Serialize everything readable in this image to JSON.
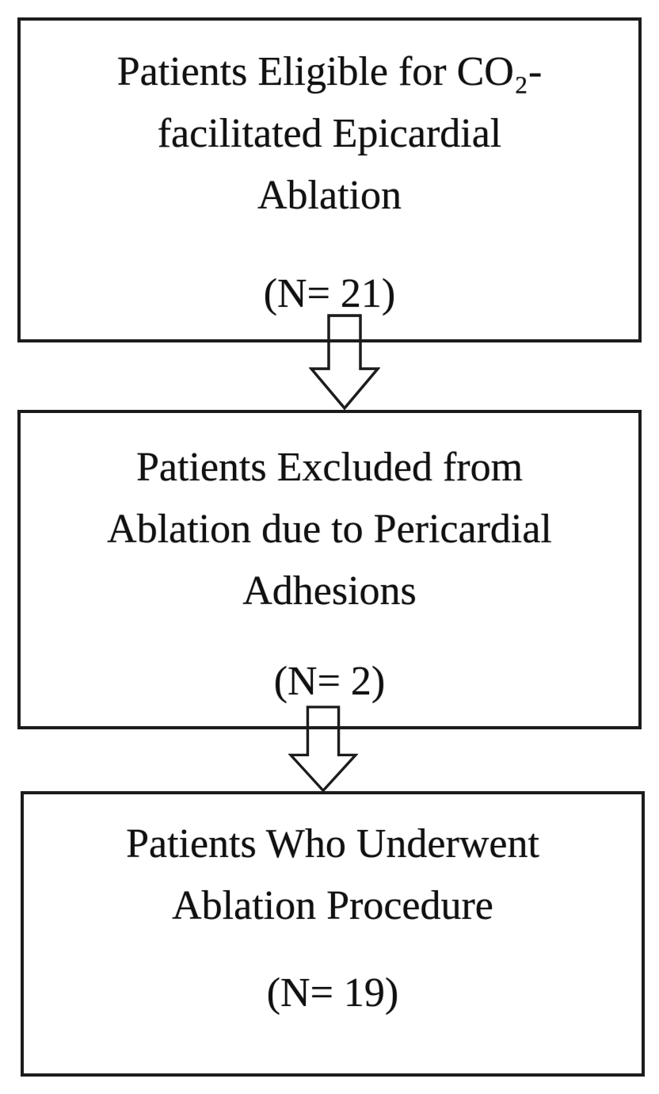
{
  "figure": {
    "type": "flowchart",
    "background_color": "#ffffff",
    "border_color": "#1c1c1c",
    "text_color": "#111111"
  },
  "flowchart": {
    "boxes": [
      {
        "id": "eligible",
        "lines": {
          "0": "Patients Eligible for CO₂-",
          "1": "facilitated Epicardial",
          "2": "Ablation"
        },
        "n_label": "(N= 21)"
      },
      {
        "id": "excluded",
        "lines": {
          "0": "Patients Excluded from",
          "1": "Ablation due to Pericardial",
          "2": "Adhesions"
        },
        "n_label": "(N= 2)"
      },
      {
        "id": "underwent",
        "lines": {
          "0": "Patients Who Underwent",
          "1": "Ablation Procedure"
        },
        "n_label": "(N= 19)"
      }
    ],
    "arrows": [
      {
        "name": "arrow-eligible-to-excluded",
        "direction": "down"
      },
      {
        "name": "arrow-excluded-to-underwent",
        "direction": "down"
      }
    ]
  }
}
